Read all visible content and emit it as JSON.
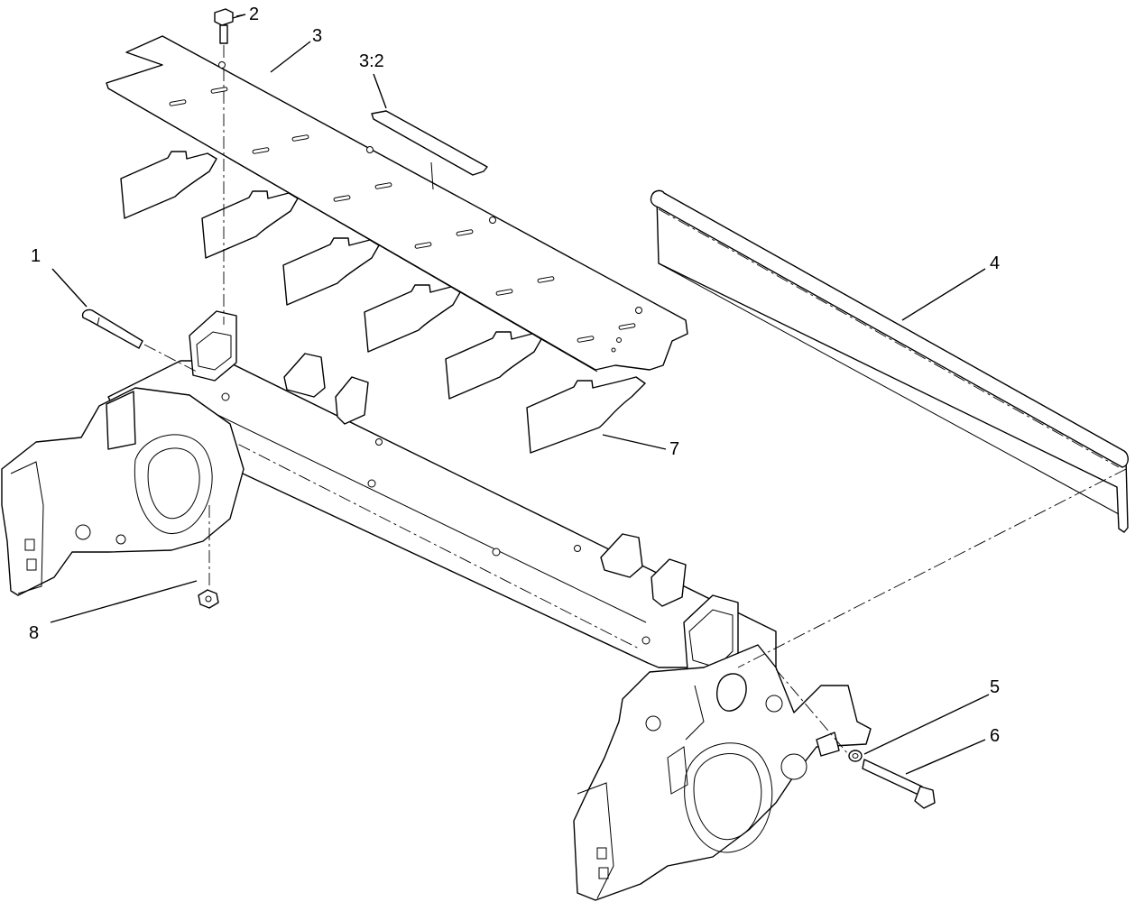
{
  "diagram": {
    "callouts": [
      {
        "id": "c1",
        "label": "1"
      },
      {
        "id": "c2",
        "label": "2"
      },
      {
        "id": "c3",
        "label": "3"
      },
      {
        "id": "c3-2",
        "label": "3:2"
      },
      {
        "id": "c4",
        "label": "4"
      },
      {
        "id": "c5",
        "label": "5"
      },
      {
        "id": "c6",
        "label": "6"
      },
      {
        "id": "c7",
        "label": "7"
      },
      {
        "id": "c8",
        "label": "8"
      }
    ]
  }
}
